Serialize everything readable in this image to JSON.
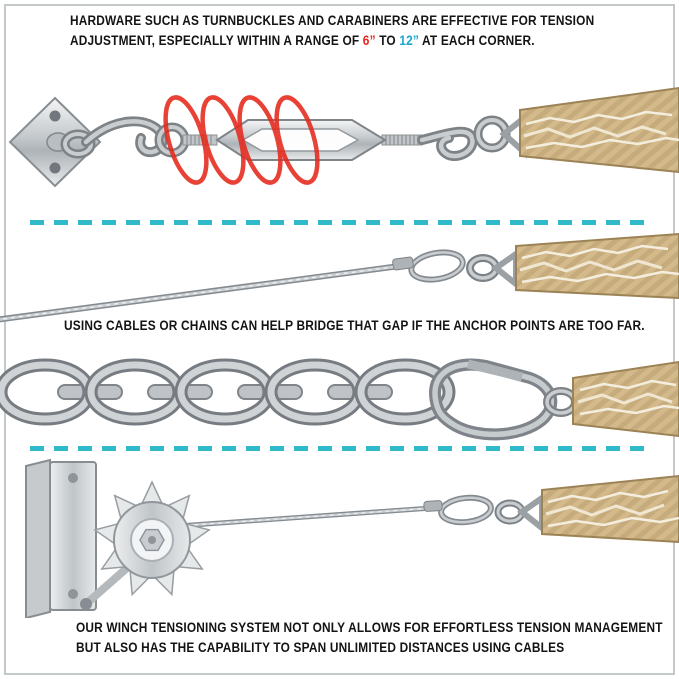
{
  "colors": {
    "accent_red": "#e8251d",
    "accent_teal": "#1ba7c9",
    "separator_teal": "#2fb9c9",
    "strap_tan": "#d4ba8b",
    "metal_grey": "#b7bcc0"
  },
  "heading": {
    "line1": "HARDWARE SUCH AS TURNBUCKLES AND CARABINERS ARE EFFECTIVE FOR TENSION",
    "line2_prefix": "ADJUSTMENT, ESPECIALLY WITHIN A RANGE OF ",
    "range_min": "6”",
    "range_join": " TO ",
    "range_max": "12”",
    "line2_suffix": " AT EACH CORNER."
  },
  "captions": {
    "cables_chains": "USING CABLES OR CHAINS CAN HELP BRIDGE THAT GAP IF THE ANCHOR POINTS ARE TOO FAR.",
    "winch_line1": "OUR WINCH TENSIONING SYSTEM NOT ONLY ALLOWS FOR EFFORTLESS TENSION MANAGEMENT",
    "winch_line2": "BUT ALSO HAS THE CAPABILITY TO SPAN UNLIMITED DISTANCES USING CABLES"
  }
}
